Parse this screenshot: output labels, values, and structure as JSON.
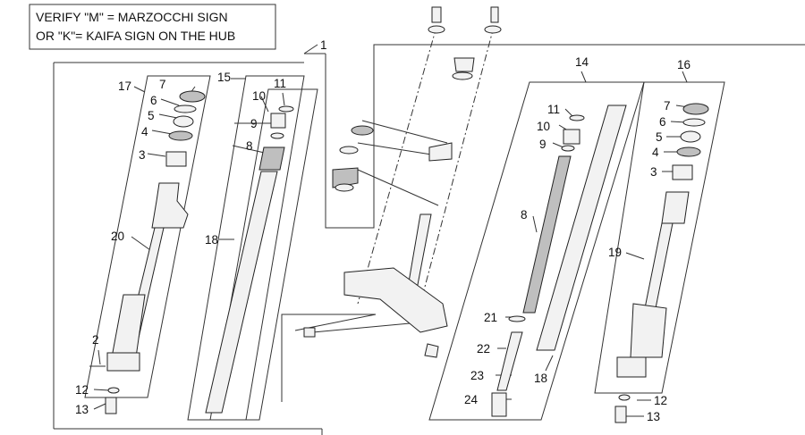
{
  "note": {
    "line1": "VERIFY \"M\" = MARZOCCHI SIGN",
    "line2": "OR \"K\"= KAIFA SIGN ON THE HUB"
  },
  "callouts": {
    "c1": "1",
    "c2": "2",
    "c3a": "3",
    "c3b": "3",
    "c4a": "4",
    "c4b": "4",
    "c5a": "5",
    "c5b": "5",
    "c6a": "6",
    "c6b": "6",
    "c7a": "7",
    "c7b": "7",
    "c8a": "8",
    "c8b": "8",
    "c9a": "9",
    "c9b": "9",
    "c10a": "10",
    "c10b": "10",
    "c11a": "11",
    "c11b": "11",
    "c12a": "12",
    "c12b": "12",
    "c13a": "13",
    "c13b": "13",
    "c14": "14",
    "c15": "15",
    "c16": "16",
    "c17": "17",
    "c18a": "18",
    "c18b": "18",
    "c19": "19",
    "c20": "20",
    "c21": "21",
    "c22": "22",
    "c23": "23",
    "c24": "24"
  }
}
